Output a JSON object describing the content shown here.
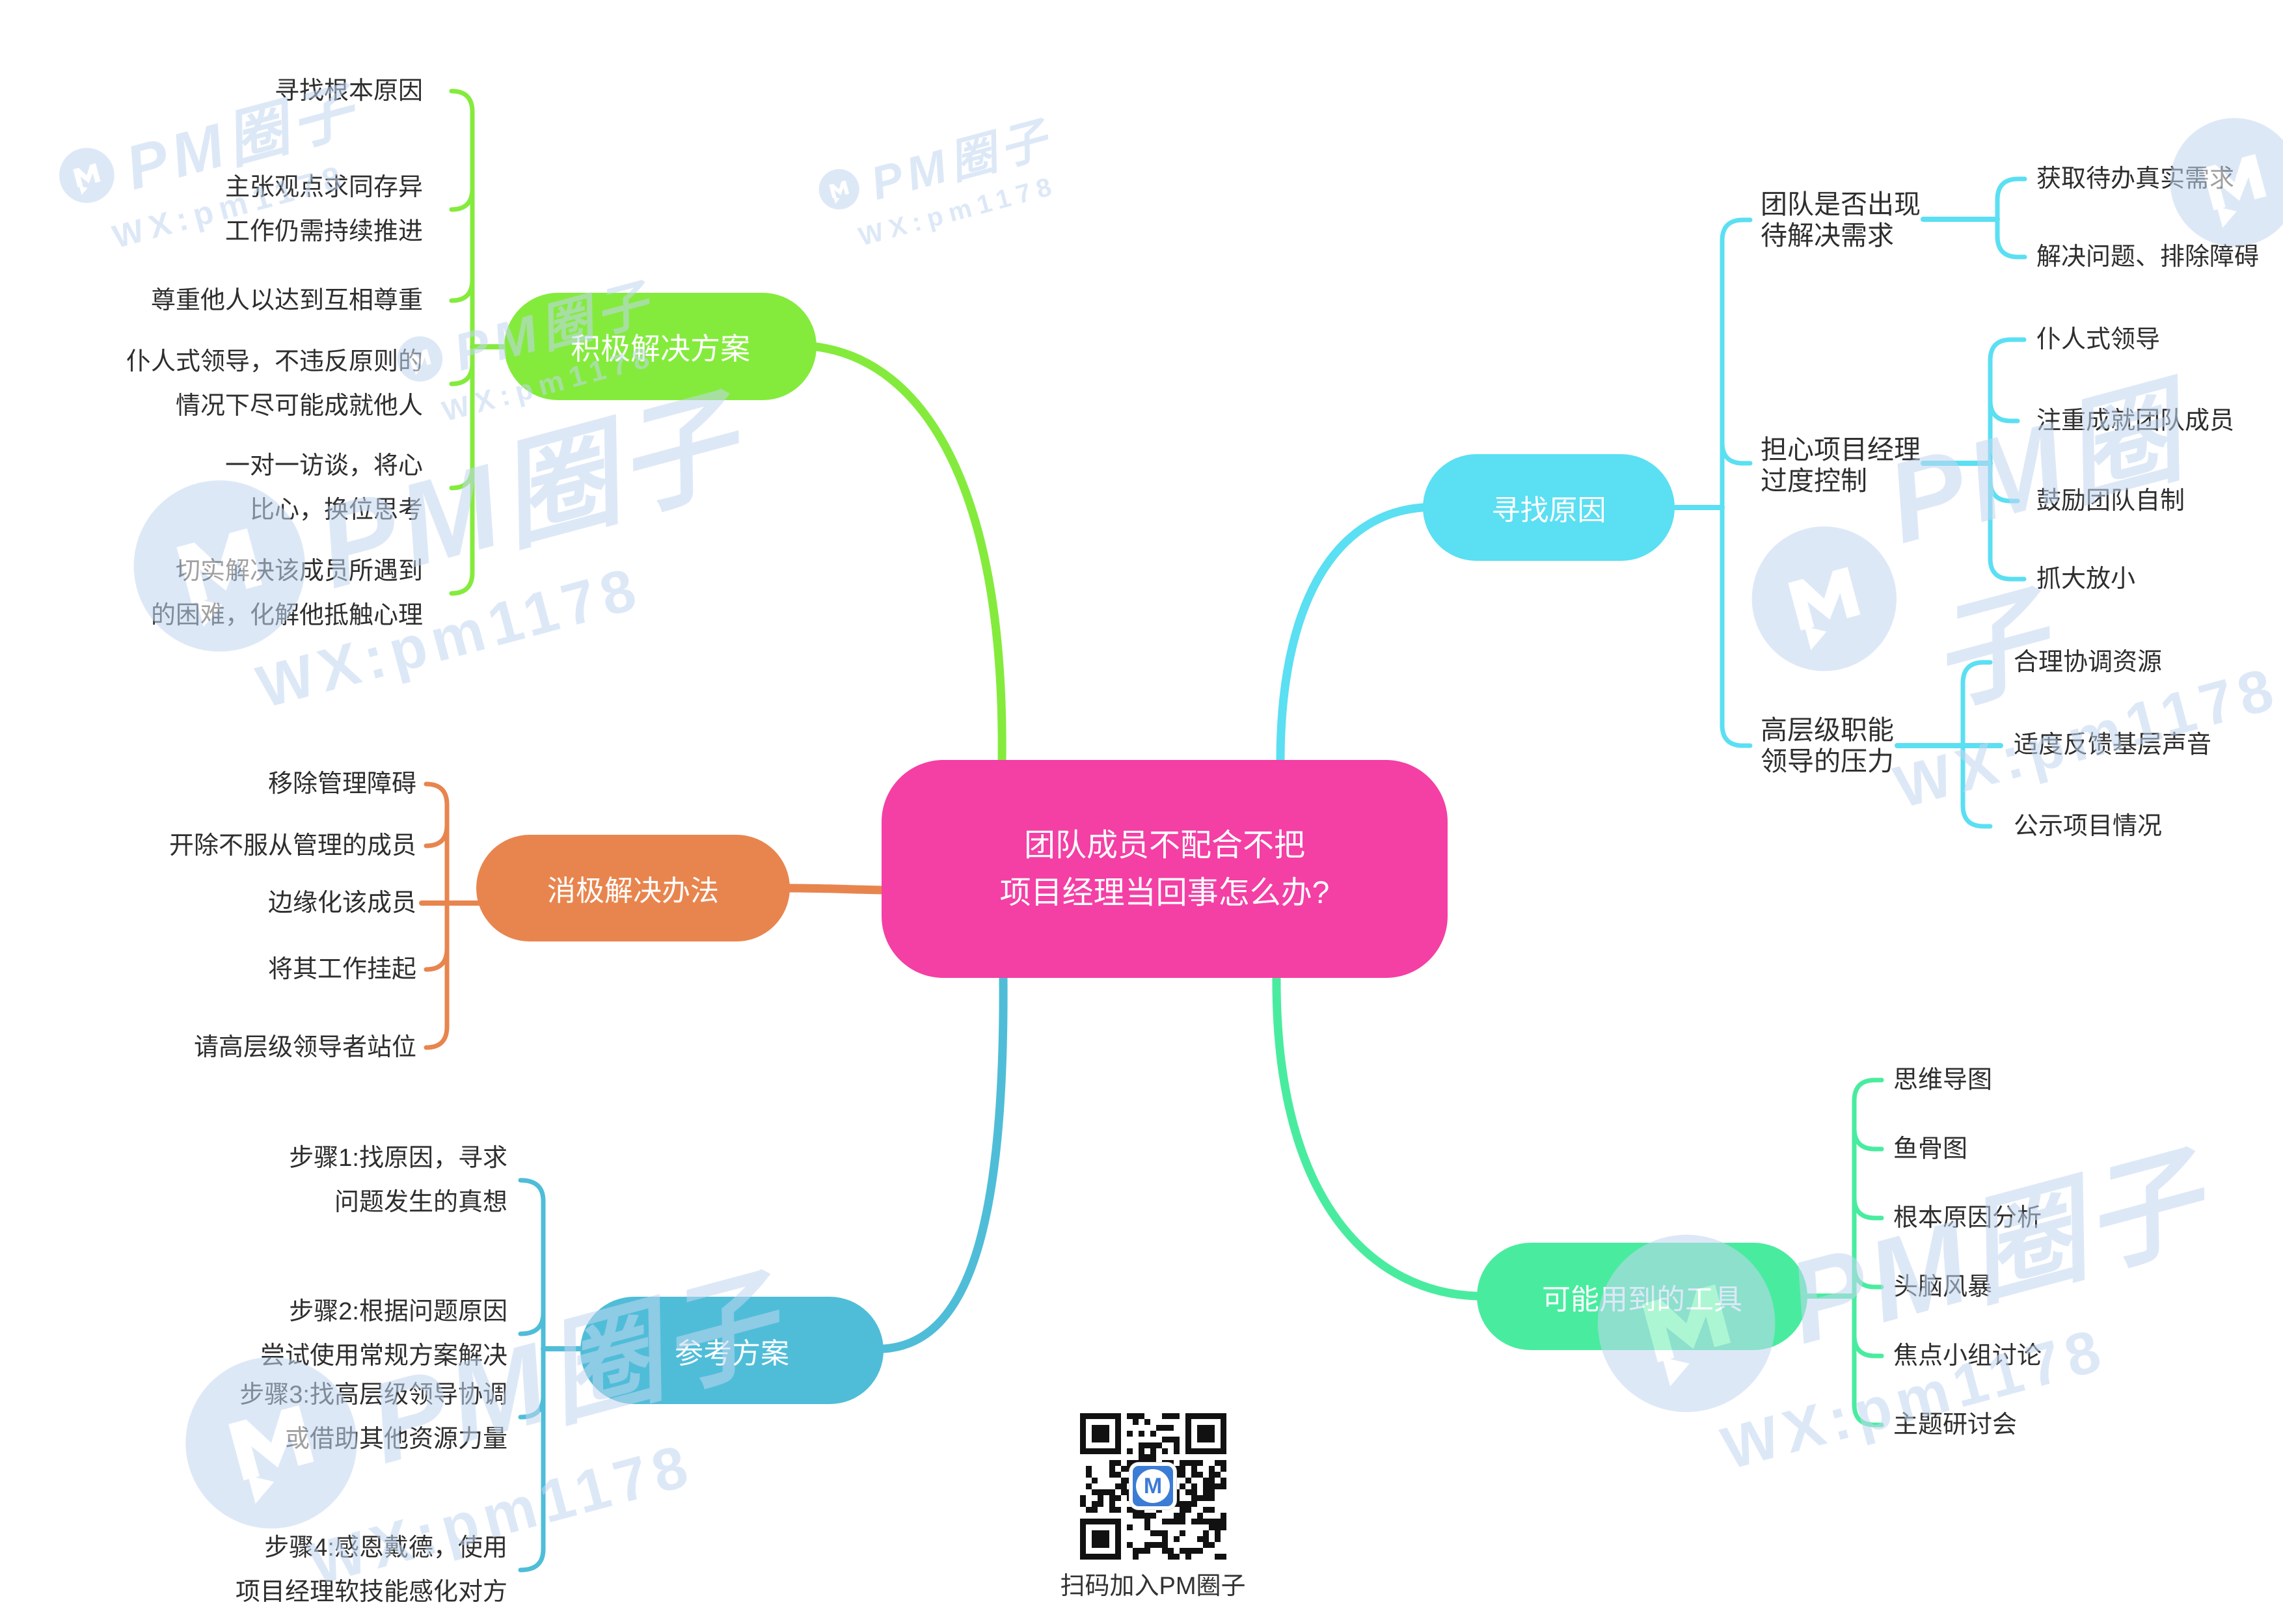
{
  "center": {
    "text": "团队成员不配合不把\n项目经理当回事怎么办?",
    "color": "#F43FA5"
  },
  "branches": {
    "positive": {
      "label": "积极解决方案",
      "color": "#84EB3D",
      "leaves": [
        "寻找根本原因",
        "主张观点求同存异\n工作仍需持续推进",
        "尊重他人以达到互相尊重",
        "仆人式领导，不违反原则的\n情况下尽可能成就他人",
        "一对一访谈，将心\n比心，换位思考",
        "切实解决该成员所遇到\n的困难，化解他抵触心理"
      ]
    },
    "negative": {
      "label": "消极解决办法",
      "color": "#E8854E",
      "leaves": [
        "移除管理障碍",
        "开除不服从管理的成员",
        "边缘化该成员",
        "将其工作挂起",
        "请高层级领导者站位"
      ]
    },
    "reference": {
      "label": "参考方案",
      "color": "#4FBDD8",
      "leaves": [
        "步骤1:找原因，寻求\n问题发生的真想",
        "步骤2:根据问题原因\n尝试使用常规方案解决",
        "步骤3:找高层级领导协调\n或借助其他资源力量",
        "步骤4:感恩戴德，使用\n项目经理软技能感化对方"
      ]
    },
    "causes": {
      "label": "寻找原因",
      "color": "#5BDFF2",
      "groups": [
        {
          "label": "团队是否出现\n待解决需求",
          "leaves": [
            "获取待办真实需求",
            "解决问题、排除障碍"
          ]
        },
        {
          "label": "担心项目经理\n过度控制",
          "leaves": [
            "仆人式领导",
            "注重成就团队成员",
            "鼓励团队自制",
            "抓大放小"
          ]
        },
        {
          "label": "高层级职能\n领导的压力",
          "leaves": [
            "合理协调资源",
            "适度反馈基层声音",
            "公示项目情况"
          ]
        }
      ]
    },
    "tools": {
      "label": "可能用到的工具",
      "color": "#49EC9F",
      "leaves": [
        "思维导图",
        "鱼骨图",
        "根本原因分析",
        "头脑风暴",
        "焦点小组讨论",
        "主题研讨会"
      ]
    }
  },
  "qr": {
    "caption": "扫码加入PM圈子"
  },
  "watermark": {
    "brand": "PM圈子",
    "wx": "WX:pm1178"
  }
}
